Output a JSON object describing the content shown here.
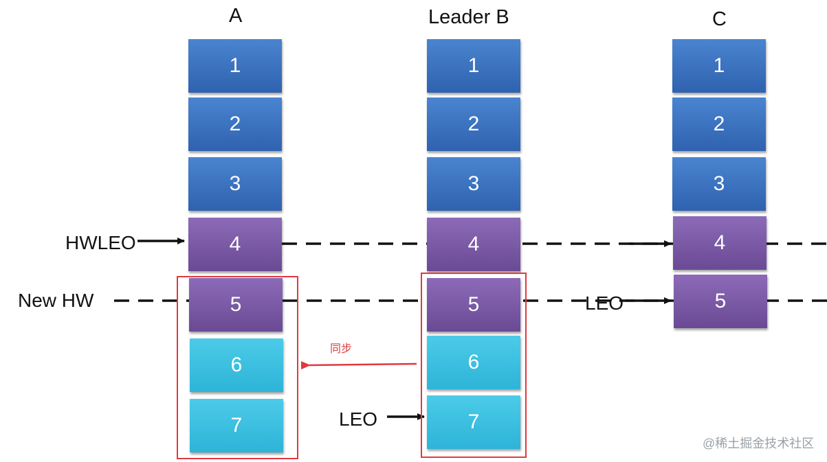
{
  "columns": [
    {
      "title": "A",
      "cells": [
        "1",
        "2",
        "3",
        "4",
        "5",
        "6",
        "7"
      ]
    },
    {
      "title": "Leader B",
      "cells": [
        "1",
        "2",
        "3",
        "4",
        "5",
        "6",
        "7"
      ]
    },
    {
      "title": "C",
      "cells": [
        "1",
        "2",
        "3",
        "4",
        "5"
      ]
    }
  ],
  "labels": {
    "hw_leo": "HWLEO",
    "new_hw": "New HW",
    "leo_b": "LEO",
    "leo_c": "LEO"
  },
  "sync_label": "同步",
  "watermark": "@稀土掘金技术社区",
  "colors": {
    "blue": "#3a70c0",
    "purple": "#7b5aa6",
    "cyan": "#3cc0e0",
    "red": "#e0393e"
  }
}
